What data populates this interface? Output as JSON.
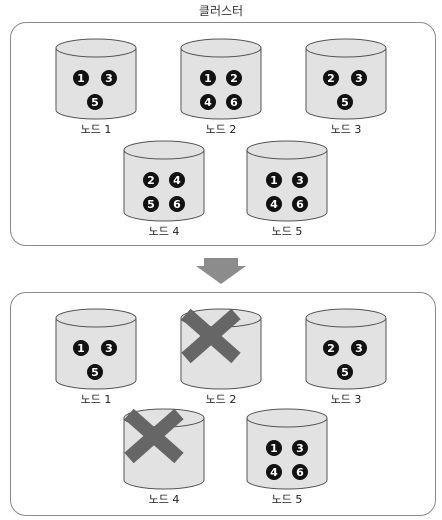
{
  "diagram": {
    "title": "클러스터",
    "colors": {
      "cylinder_fill": "#e2e2e2",
      "cylinder_stroke": "#555555",
      "badge": "#111111",
      "cross": "#666666",
      "arrow": "#8c8c8c"
    },
    "before": [
      {
        "label": "노드 1",
        "partitions": [
          "1",
          "3",
          "5"
        ]
      },
      {
        "label": "노드 2",
        "partitions": [
          "1",
          "2",
          "4",
          "6"
        ]
      },
      {
        "label": "노드 3",
        "partitions": [
          "2",
          "3",
          "5"
        ]
      },
      {
        "label": "노드 4",
        "partitions": [
          "2",
          "4",
          "5",
          "6"
        ]
      },
      {
        "label": "노드 5",
        "partitions": [
          "1",
          "3",
          "4",
          "6"
        ]
      }
    ],
    "after": [
      {
        "label": "노드 1",
        "partitions": [
          "1",
          "3",
          "5"
        ],
        "failed": false
      },
      {
        "label": "노드 2",
        "partitions": [],
        "failed": true
      },
      {
        "label": "노드 3",
        "partitions": [
          "2",
          "3",
          "5"
        ],
        "failed": false
      },
      {
        "label": "노드 4",
        "partitions": [],
        "failed": true
      },
      {
        "label": "노드 5",
        "partitions": [
          "1",
          "3",
          "4",
          "6"
        ],
        "failed": false
      }
    ]
  }
}
